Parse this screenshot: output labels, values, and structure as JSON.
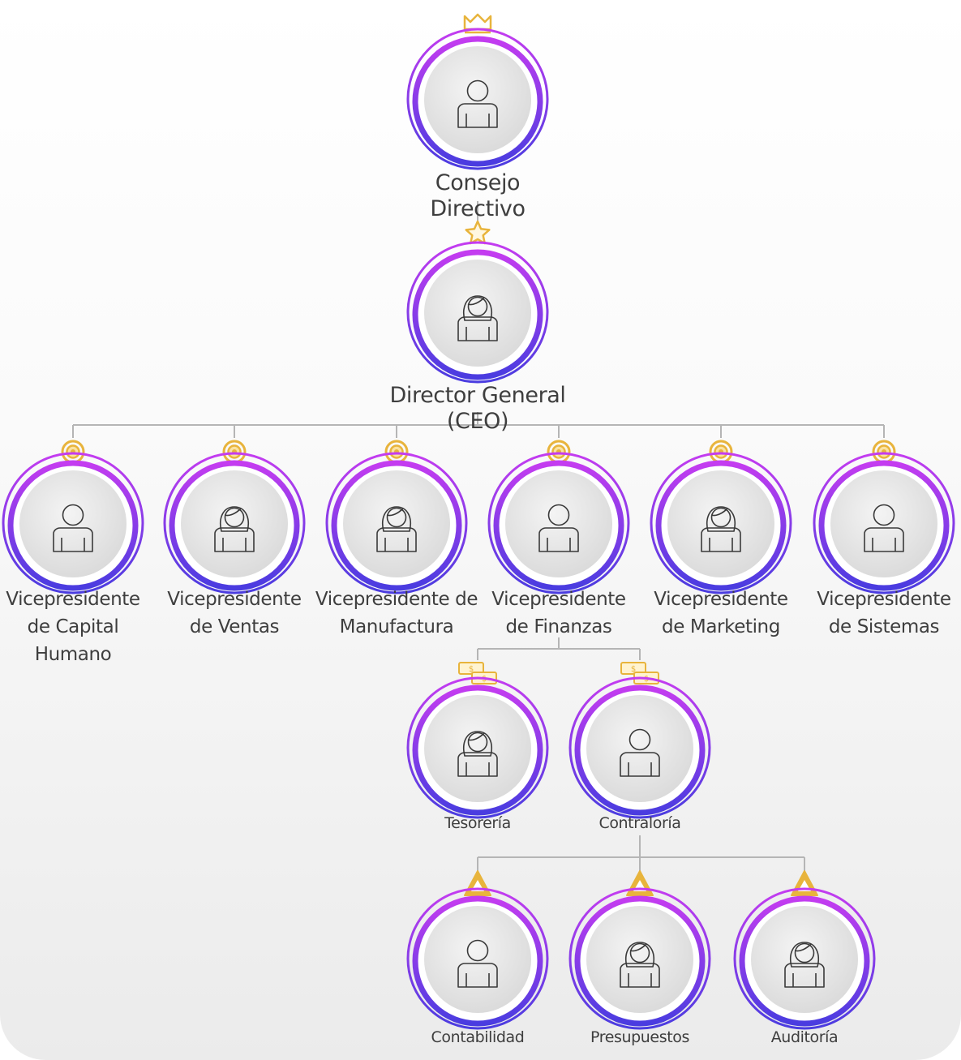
{
  "colors": {
    "ring_outer": "#c43cf0",
    "ring_inner": "#4a3ce0",
    "connector": "#b5b5b5",
    "badge": "#e8b43c",
    "label": "#3e3e3e"
  },
  "nodes": [
    {
      "id": "consejo",
      "label": "Consejo Directivo",
      "figure": "man-icon",
      "badge": "crown-icon"
    },
    {
      "id": "ceo",
      "label": "Director General (CEO)",
      "figure": "woman-icon",
      "badge": "star-icon"
    },
    {
      "id": "vp-capital-humano",
      "label": "Vicepresidente\nde Capital\nHumano",
      "figure": "man-icon",
      "badge": "target-icon"
    },
    {
      "id": "vp-ventas",
      "label": "Vicepresidente\nde Ventas",
      "figure": "woman-icon",
      "badge": "target-icon"
    },
    {
      "id": "vp-manufactura",
      "label": "Vicepresidente de\nManufactura",
      "figure": "woman-icon",
      "badge": "target-icon"
    },
    {
      "id": "vp-finanzas",
      "label": "Vicepresidente\nde Finanzas",
      "figure": "man-icon",
      "badge": "target-icon"
    },
    {
      "id": "vp-marketing",
      "label": "Vicepresidente\nde Marketing",
      "figure": "woman-icon",
      "badge": "target-icon"
    },
    {
      "id": "vp-sistemas",
      "label": "Vicepresidente\nde Sistemas",
      "figure": "man-icon",
      "badge": "target-icon"
    },
    {
      "id": "tesoreria",
      "label": "Tesorería",
      "figure": "woman-icon",
      "badge": "money-icon"
    },
    {
      "id": "contraloria",
      "label": "Contraloría",
      "figure": "man-icon",
      "badge": "money-icon"
    },
    {
      "id": "contabilidad",
      "label": "Contabilidad",
      "figure": "man-icon",
      "badge": "warning-icon"
    },
    {
      "id": "presupuestos",
      "label": "Presupuestos",
      "figure": "woman-icon",
      "badge": "warning-icon"
    },
    {
      "id": "auditoria",
      "label": "Auditoría",
      "figure": "woman-icon",
      "badge": "warning-icon"
    }
  ],
  "edges": [
    {
      "from": "consejo",
      "to": "ceo"
    },
    {
      "from": "ceo",
      "to": "vp-capital-humano"
    },
    {
      "from": "ceo",
      "to": "vp-ventas"
    },
    {
      "from": "ceo",
      "to": "vp-manufactura"
    },
    {
      "from": "ceo",
      "to": "vp-finanzas"
    },
    {
      "from": "ceo",
      "to": "vp-marketing"
    },
    {
      "from": "ceo",
      "to": "vp-sistemas"
    },
    {
      "from": "vp-finanzas",
      "to": "tesoreria"
    },
    {
      "from": "vp-finanzas",
      "to": "contraloria"
    },
    {
      "from": "contraloria",
      "to": "contabilidad"
    },
    {
      "from": "contraloria",
      "to": "presupuestos"
    },
    {
      "from": "contraloria",
      "to": "auditoria"
    }
  ]
}
